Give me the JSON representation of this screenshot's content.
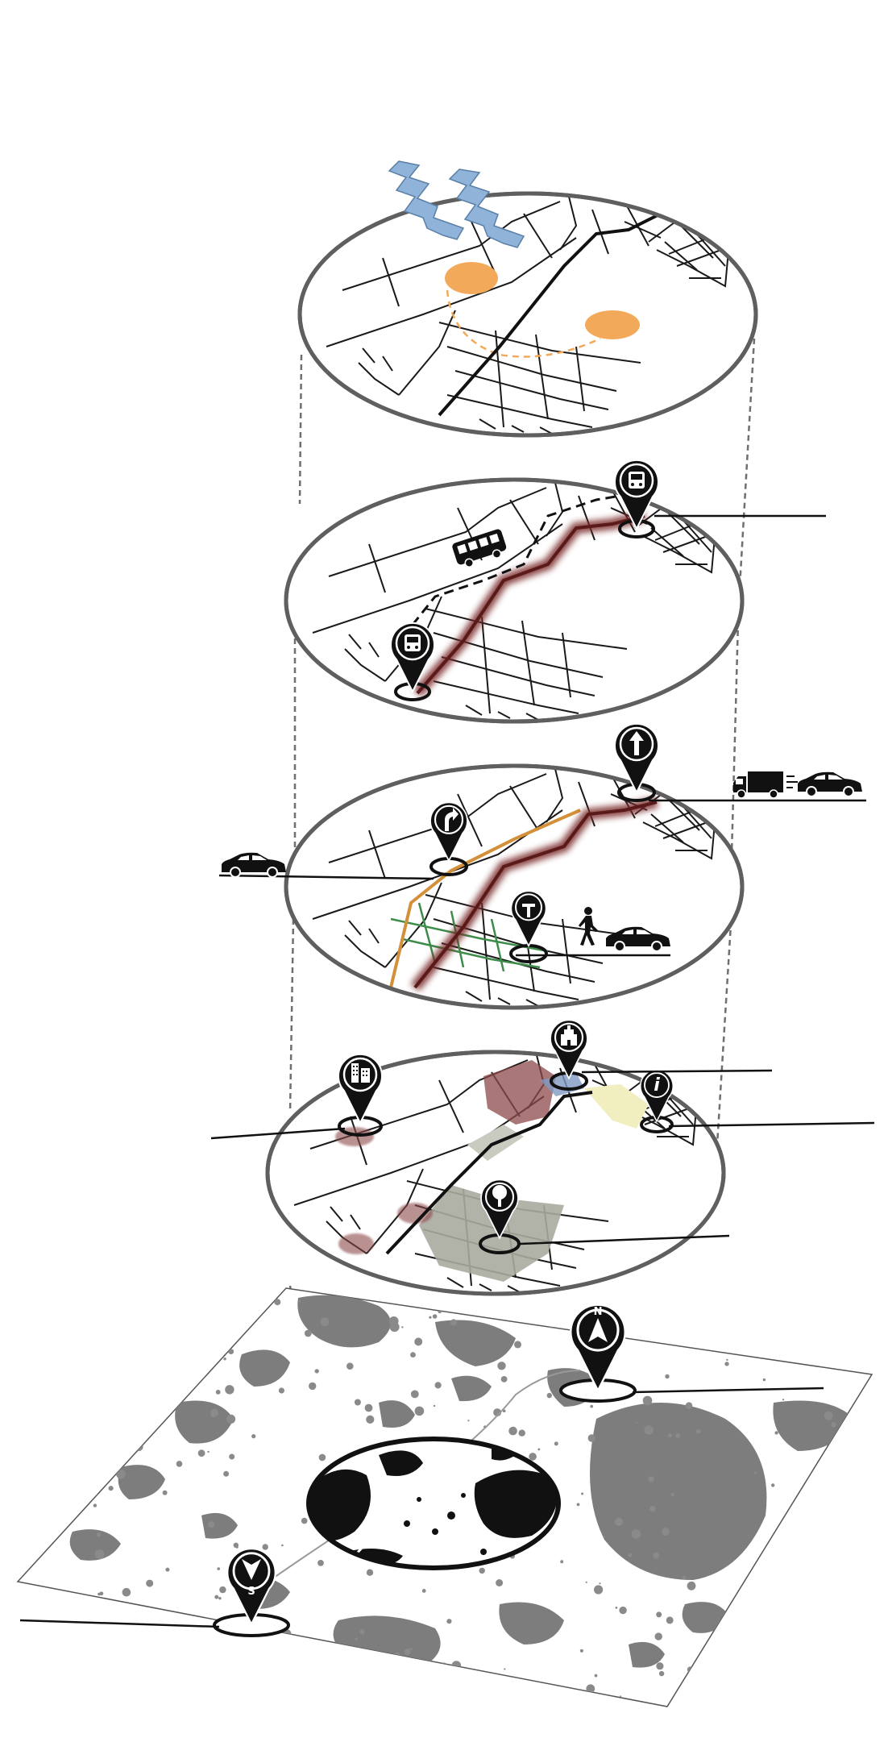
{
  "diagram": {
    "layers": [
      {
        "id": "climate",
        "symbols": [
          "wind-arrow-icon",
          "warm-zone-marker"
        ],
        "accent": "#f3a95a"
      },
      {
        "id": "public-transit",
        "symbols": [
          "bus-icon",
          "bus-stop-pin-icon"
        ],
        "accent": "#7a2a2a"
      },
      {
        "id": "road-traffic",
        "symbols": [
          "one-way-pin-icon",
          "turn-pin-icon",
          "t-junction-pin-icon",
          "car-icon",
          "truck-icon",
          "pedestrian-icon"
        ],
        "accent": "#d49038"
      },
      {
        "id": "land-use",
        "symbols": [
          "building-pin-icon",
          "landmark-pin-icon",
          "info-pin-icon",
          "tree-pin-icon"
        ],
        "accent": "#8c4a4a"
      },
      {
        "id": "base-map",
        "symbols": [
          "north-pin-icon",
          "south-pin-icon"
        ],
        "accent": "#7d7d7d"
      }
    ],
    "pin_letters": {
      "north": "N",
      "south": "S",
      "info": "i"
    },
    "colors": {
      "ellipse_stroke": "#5f5f5f",
      "roads": "#1a1a1a",
      "wind": "#8fb3d9",
      "warm_zone": "#f3a95a",
      "transit_route": "#7a2a2a",
      "main_road": "#d49038",
      "secondary_road": "#3e8c4a",
      "landuse_red": "#8c4a4a",
      "landuse_grey": "#a9aba0",
      "landuse_yellow": "#f1eec0",
      "landuse_blue": "#7f98c2",
      "map_land": "#7d7d7d"
    }
  }
}
